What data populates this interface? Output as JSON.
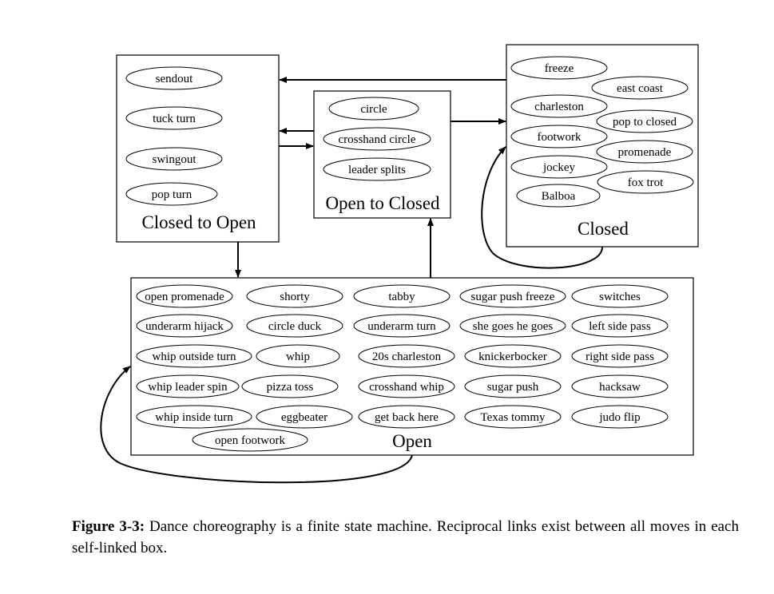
{
  "states": {
    "closed_to_open": {
      "title": "Closed to Open",
      "moves": [
        "sendout",
        "tuck turn",
        "swingout",
        "pop turn"
      ]
    },
    "open_to_closed": {
      "title": "Open to Closed",
      "moves": [
        "circle",
        "crosshand circle",
        "leader splits"
      ]
    },
    "closed": {
      "title": "Closed",
      "moves": [
        "freeze",
        "east coast",
        "charleston",
        "pop to closed",
        "footwork",
        "promenade",
        "jockey",
        "fox trot",
        "Balboa"
      ]
    },
    "open": {
      "title": "Open",
      "moves": [
        "open promenade",
        "shorty",
        "tabby",
        "sugar push freeze",
        "switches",
        "underarm hijack",
        "circle duck",
        "underarm turn",
        "she goes he goes",
        "left side pass",
        "whip outside turn",
        "whip",
        "20s charleston",
        "knickerbocker",
        "right side pass",
        "whip leader spin",
        "pizza toss",
        "crosshand whip",
        "sugar push",
        "hacksaw",
        "whip inside turn",
        "eggbeater",
        "get back here",
        "Texas tommy",
        "judo flip",
        "open footwork"
      ]
    }
  },
  "caption": {
    "label": "Figure 3-3:",
    "text": "Dance choreography is a finite state machine. Reciprocal links exist between all moves in each self-linked box."
  }
}
